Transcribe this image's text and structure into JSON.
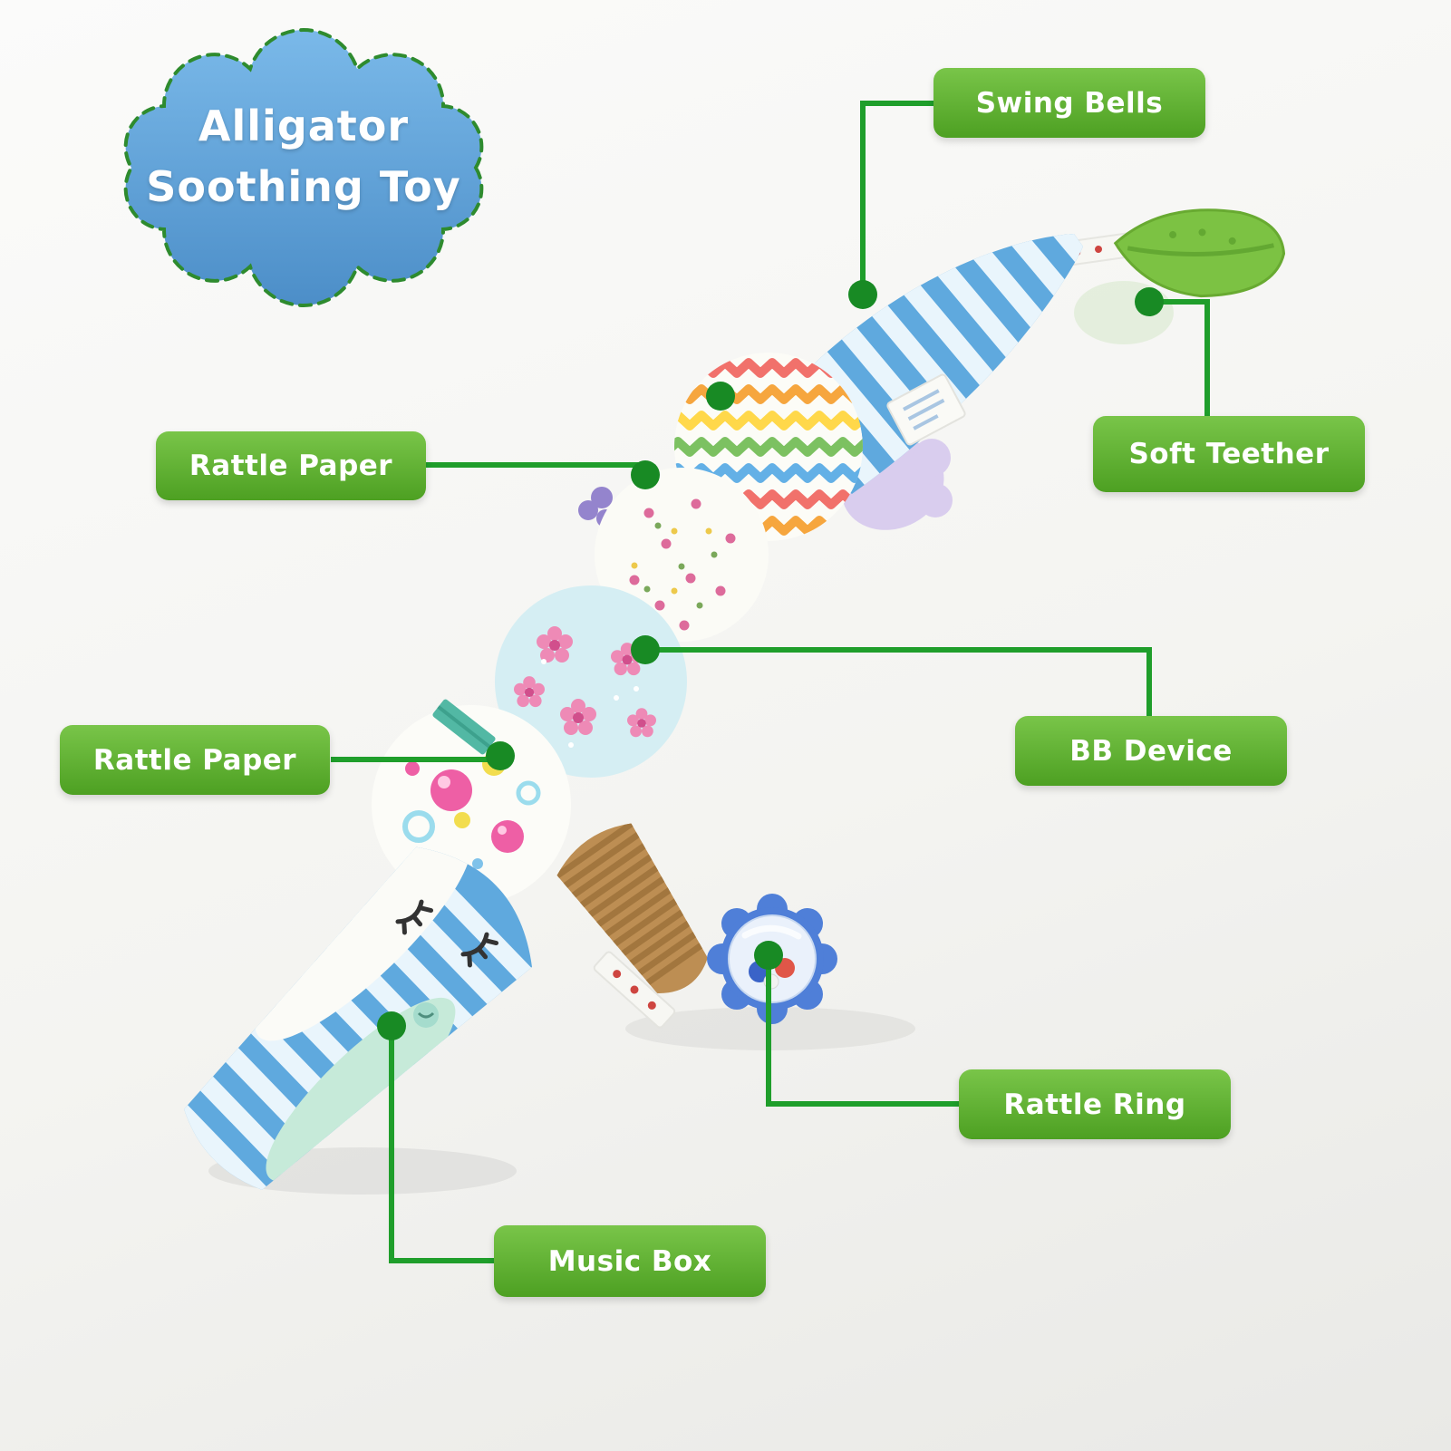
{
  "title_cloud": {
    "line1": "Alligator",
    "line2": "Soothing Toy"
  },
  "labels": [
    {
      "id": "swing-bells",
      "text": "Swing Bells"
    },
    {
      "id": "soft-teether",
      "text": "Soft Teether"
    },
    {
      "id": "rattle-paper-top",
      "text": "Rattle Paper"
    },
    {
      "id": "bb-device",
      "text": "BB Device"
    },
    {
      "id": "rattle-paper-left",
      "text": "Rattle Paper"
    },
    {
      "id": "rattle-ring",
      "text": "Rattle Ring"
    },
    {
      "id": "music-box",
      "text": "Music Box"
    }
  ],
  "colors": {
    "label-green-top": "#79c549",
    "label-green-bottom": "#4da022",
    "connector-green": "#1f9e2b",
    "dot-green": "#188a24",
    "cloud-blue-top": "#7ab9e9",
    "cloud-blue-bottom": "#4c8ec8",
    "cloud-border-green": "#2e8b2e",
    "toy-blue": "#5fa9de",
    "leaf-green": "#7cc243"
  }
}
